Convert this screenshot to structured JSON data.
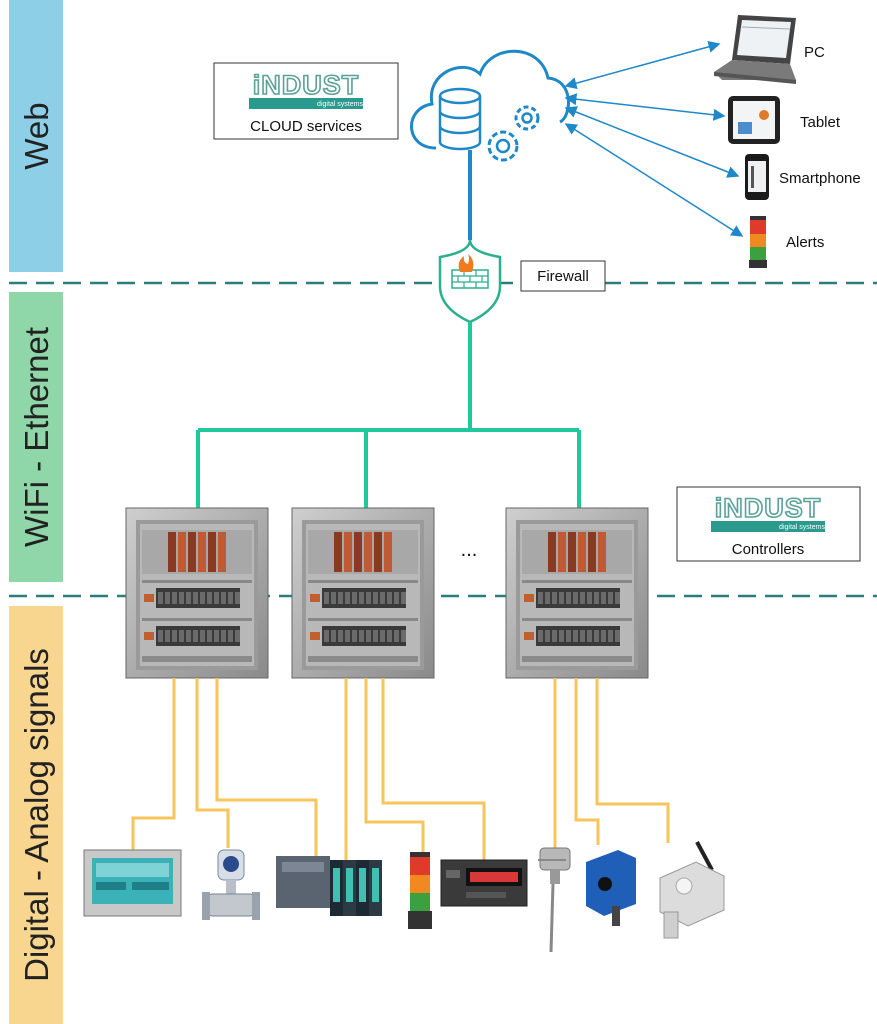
{
  "layers": {
    "web": "Web",
    "network": "WiFi - Ethernet",
    "signals": "Digital - Analog signals"
  },
  "cloud_box": {
    "logo_text": "iNDUST",
    "logo_tagline": "digital systems",
    "label": "CLOUD services"
  },
  "controllers_box": {
    "logo_text": "iNDUST",
    "logo_tagline": "digital systems",
    "label": "Controllers"
  },
  "firewall_label": "Firewall",
  "ellipsis": "...",
  "clients": [
    "PC",
    "Tablet",
    "Smartphone",
    "Alerts"
  ],
  "colors": {
    "web_band": "#8ecfe8",
    "network_band": "#8fd6a8",
    "signals_band": "#f8d690",
    "cloud_blue": "#1e88c8",
    "network_line": "#22c79b",
    "signal_line": "#f7c55a",
    "divider": "#2a7f7a"
  }
}
